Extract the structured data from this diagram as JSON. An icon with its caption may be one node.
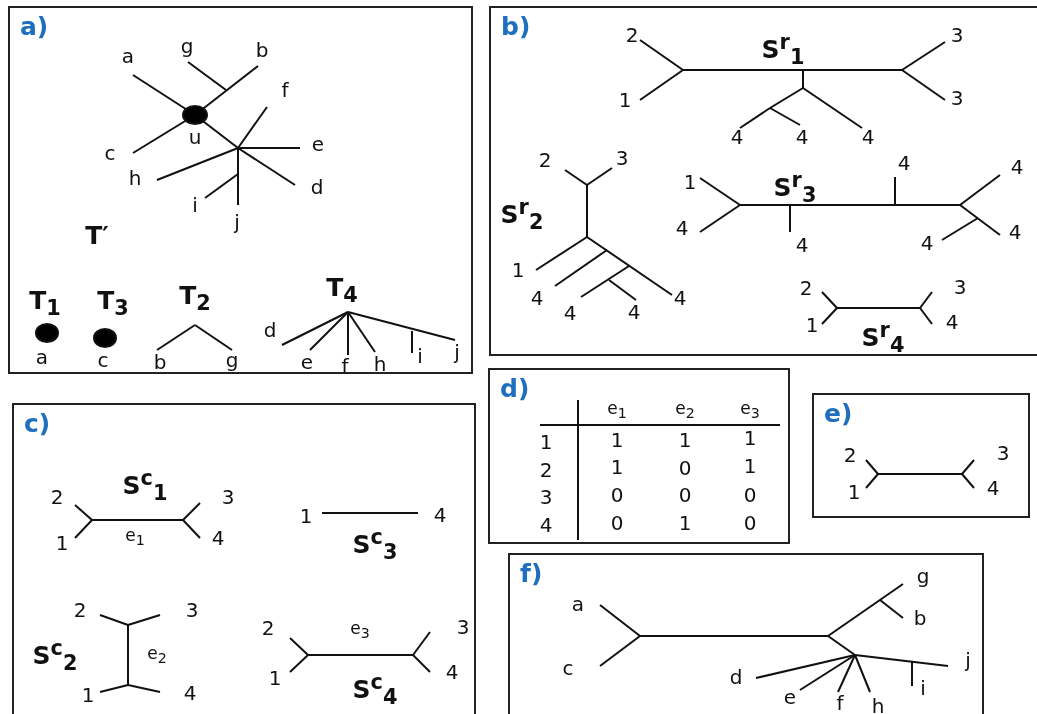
{
  "diagram": {
    "nodes": [
      {
        "text": [
          "a)"
        ]
      },
      {
        "text": [
          "b)"
        ]
      },
      {
        "text": [
          "c)"
        ]
      },
      {
        "text": [
          "d)"
        ]
      },
      {
        "text": [
          "e)"
        ]
      },
      {
        "text": [
          "f)"
        ]
      }
    ],
    "labels": [
      "a",
      "g",
      "b",
      "f",
      "u",
      "c",
      "e",
      "h",
      "d",
      "i",
      "j",
      "T′",
      "T$_{1}$",
      "T$_{3}$",
      "T$_{2}$",
      "T$_{4}$",
      "d",
      "a",
      "c",
      "b",
      "g",
      "e",
      "f",
      "h",
      "i",
      "j",
      "2",
      "S$^{r}$$_{1}$",
      "3",
      "1",
      "3",
      "4",
      "4",
      "4",
      "2",
      "3",
      "4",
      "4",
      "1",
      "S$^{r}$$_{3}$",
      "S$^{r}$$_{2}$",
      "4",
      "4",
      "4",
      "4",
      "1",
      "4",
      "4",
      "4",
      "4",
      "2",
      "3",
      "1",
      "4",
      "S$^{r}$$_{4}$",
      "2",
      "S$^{c}$$_{1}$",
      "3",
      "1",
      "4",
      "1",
      "e$_{1}$",
      "4",
      "S$^{c}$$_{3}$",
      "2",
      "3",
      "2",
      "e$_{3}$",
      "3",
      "S$^{c}$$_{2}$",
      "e$_{2}$",
      "1",
      "4",
      "S$^{c}$$_{4}$",
      "1",
      "4",
      "e$_{1}$",
      "e$_{2}$",
      "e$_{3}$",
      "1",
      "1",
      "1",
      "1",
      "2",
      "1",
      "0",
      "1",
      "3",
      "0",
      "0",
      "0",
      "4",
      "0",
      "1",
      "0",
      "2",
      "3",
      "1",
      "4",
      "g",
      "a",
      "b",
      "j",
      "c",
      "d",
      "i",
      "e",
      "f",
      "h"
    ]
  }
}
